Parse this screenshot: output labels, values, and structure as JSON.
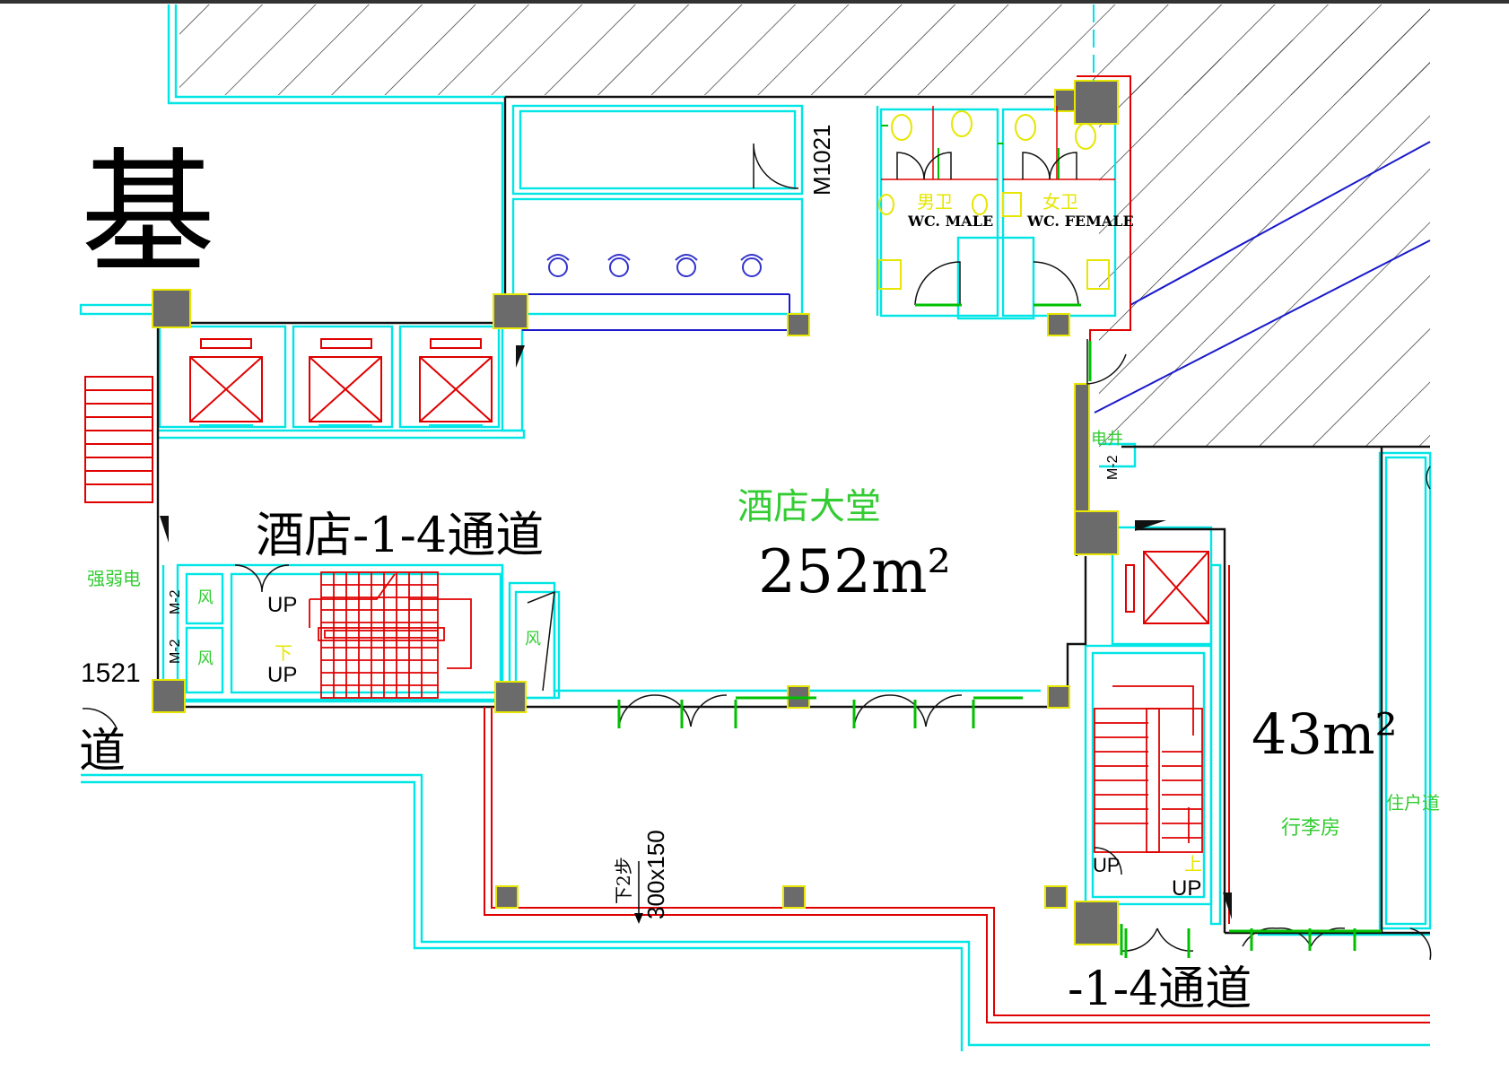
{
  "labels": {
    "big_char": "基",
    "corridor_main": "酒店-1-4通道",
    "lobby_name": "酒店大堂",
    "lobby_area": "252m²",
    "luggage_area": "43m²",
    "luggage_name": "行李房",
    "corridor_bottom": "-1-4通道",
    "corridor_left_fragment": "道",
    "left_code_fragment": "1521",
    "wc_male_cn": "男卫",
    "wc_male_en": "WC. MALE",
    "wc_female_cn": "女卫",
    "wc_female_en": "WC. FEMALE",
    "door_code": "M1021",
    "electrical_room": "强弱电",
    "door_m2": "M-2",
    "fan_room": "风",
    "stair_up": "UP",
    "stair_down": "下",
    "stair_up_cn": "上",
    "step_note": "下2步",
    "step_size": "300x150",
    "resident_corridor": "住户道",
    "electric_shaft": "电井"
  },
  "colors": {
    "wall": "#000000",
    "cyan": "#00e5e5",
    "red": "#e00000",
    "green": "#00c000",
    "yellow": "#e6e600",
    "blue": "#0000cc",
    "column": "#6b6b6b",
    "text_green": "#33cc33"
  }
}
